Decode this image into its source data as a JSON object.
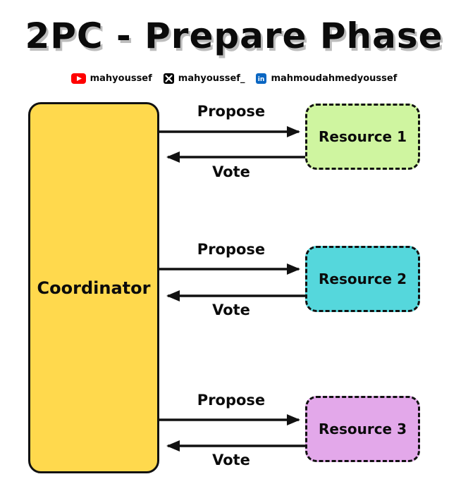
{
  "title": "2PC - Prepare Phase",
  "social": [
    {
      "icon": "youtube-icon",
      "handle": "mahyoussef"
    },
    {
      "icon": "x-icon",
      "handle": "mahyoussef_"
    },
    {
      "icon": "linkedin-icon",
      "handle": "mahmoudahmedyoussef"
    }
  ],
  "coordinator": {
    "label": "Coordinator",
    "fill": "#FFD94D"
  },
  "resources": [
    {
      "label": "Resource 1",
      "fill": "#CFF5A0"
    },
    {
      "label": "Resource 2",
      "fill": "#55D7DC"
    },
    {
      "label": "Resource 3",
      "fill": "#E3A8EA"
    }
  ],
  "messages": {
    "propose": "Propose",
    "vote": "Vote"
  },
  "colors": {
    "border": "#111111",
    "arrow": "#111111",
    "youtube": "#FF0000",
    "x": "#000000",
    "linkedin": "#0A66C2"
  }
}
